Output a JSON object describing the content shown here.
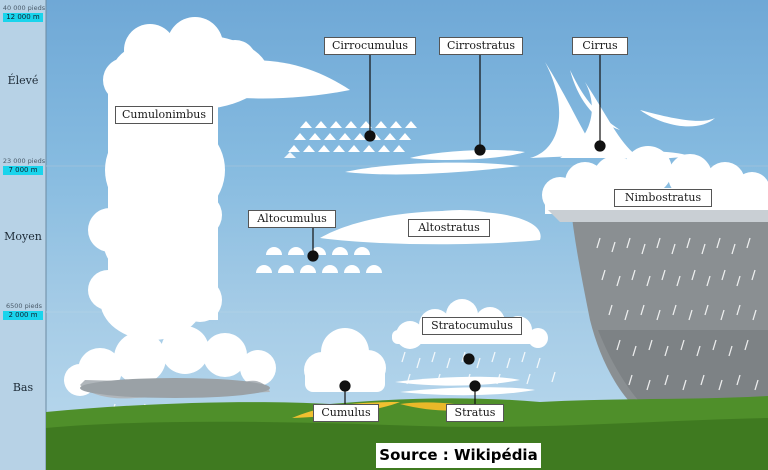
{
  "altitude_scale": {
    "top": {
      "feet": "40 000 pieds",
      "meters": "12 000 m"
    },
    "upper": {
      "feet": "23 000 pieds",
      "meters": "7 000 m"
    },
    "lower": {
      "feet": "6500 pieds",
      "meters": "2 000 m"
    }
  },
  "bands": {
    "high": "Élevé",
    "middle": "Moyen",
    "low": "Bas"
  },
  "clouds": {
    "cumulonimbus": "Cumulonimbus",
    "cirrocumulus": "Cirrocumulus",
    "cirrostratus": "Cirrostratus",
    "cirrus": "Cirrus",
    "nimbostratus": "Nimbostratus",
    "altocumulus": "Altocumulus",
    "altostratus": "Altostratus",
    "stratocumulus": "Stratocumulus",
    "cumulus": "Cumulus",
    "stratus": "Stratus"
  },
  "source": "Source : Wikipédia",
  "colors": {
    "sky_high": "#7fb3d9",
    "sky_mid": "#9cc6e2",
    "sky_low": "#b5d6ea",
    "ground": "#4f8f2a",
    "rain": "#6f6f6f",
    "label_tag": "#19d4ec"
  }
}
